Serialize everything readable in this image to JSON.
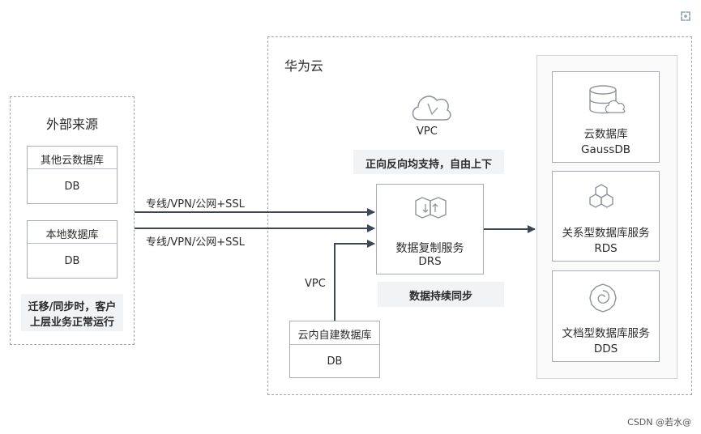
{
  "external": {
    "title": "外部来源",
    "other_cloud": {
      "title": "其他云数据库",
      "db": "DB"
    },
    "local": {
      "title": "本地数据库",
      "db": "DB"
    },
    "note_line1": "迁移/同步时，客户",
    "note_line2": "上层业务正常运行"
  },
  "links": {
    "label_top": "专线/VPN/公网+SSL",
    "label_bottom": "专线/VPN/公网+SSL",
    "vpc_label": "VPC"
  },
  "cloud": {
    "title": "华为云",
    "vpc_label": "VPC",
    "bidirectional_label": "正向反向均支持，自由上下",
    "drs": {
      "line1": "数据复制服务",
      "line2": "DRS"
    },
    "continuous_label": "数据持续同步",
    "self_built": {
      "title": "云内自建数据库",
      "db": "DB"
    }
  },
  "targets": [
    {
      "line1": "云数据库",
      "line2": "GaussDB",
      "icon": "database-cloud-icon"
    },
    {
      "line1": "关系型数据库服务",
      "line2": "RDS",
      "icon": "hexagon-cluster-icon"
    },
    {
      "line1": "文档型数据库服务",
      "line2": "DDS",
      "icon": "document-db-icon"
    }
  ],
  "watermark": "CSDN @若水@",
  "colors": {
    "dashed_border": "#9ea4ad",
    "box_border": "#a8adb5",
    "arrow": "#3f4754",
    "label_bg": "#f2f3f5",
    "icon_stroke": "#8e949c"
  }
}
